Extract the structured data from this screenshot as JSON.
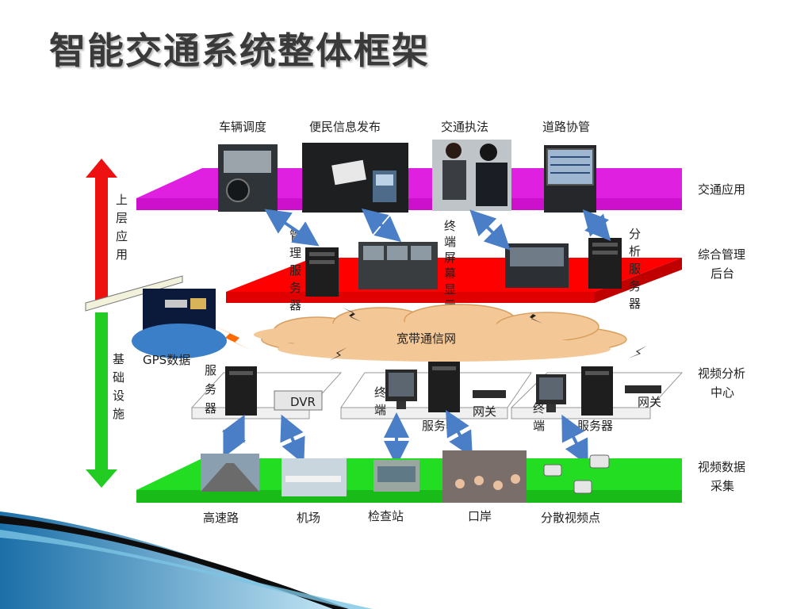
{
  "title": "智能交通系统整体框架",
  "layers": {
    "app": "交通应用",
    "mgmt_line1": "综合管理",
    "mgmt_line2": "后台",
    "video_line1": "视频分析",
    "video_line2": "中心",
    "collect_line1": "视频数据",
    "collect_line2": "采集"
  },
  "app_items": [
    "车辆调度",
    "便民信息发布",
    "交通执法",
    "道路协管"
  ],
  "left_axis": {
    "upper": [
      "上",
      "层",
      "应",
      "用"
    ],
    "lower": [
      "基",
      "础",
      "设",
      "施"
    ]
  },
  "mgmt_labels": {
    "mgmt_server": [
      "管",
      "理",
      "服",
      "务",
      "器"
    ],
    "terminal_display": [
      "终",
      "端",
      "屏",
      "幕",
      "显",
      "示"
    ],
    "analysis_server": [
      "分",
      "析",
      "服",
      "务",
      "器"
    ]
  },
  "network": "宽带通信网",
  "gps": "GPS数据",
  "video_labels": {
    "server_left": [
      "服",
      "务",
      "器"
    ],
    "dvr": "DVR",
    "terminal_1": [
      "终",
      "端"
    ],
    "server_mid": "服务器",
    "gateway_1": "网关",
    "terminal_2": [
      "终",
      "端"
    ],
    "server_right": "服务器",
    "gateway_2": "网关"
  },
  "collect_items": [
    "高速路",
    "机场",
    "检查站",
    "口岸",
    "分散视频点"
  ],
  "colors": {
    "app_layer": "#e020e0",
    "mgmt_layer": "#ff0000",
    "video_layer": "#ffffff",
    "collect_layer": "#22dd22",
    "arrow_up": "#ee1111",
    "arrow_down": "#22cc22",
    "link_arrow": "#4a7fc8",
    "cloud": "#f4c896"
  }
}
